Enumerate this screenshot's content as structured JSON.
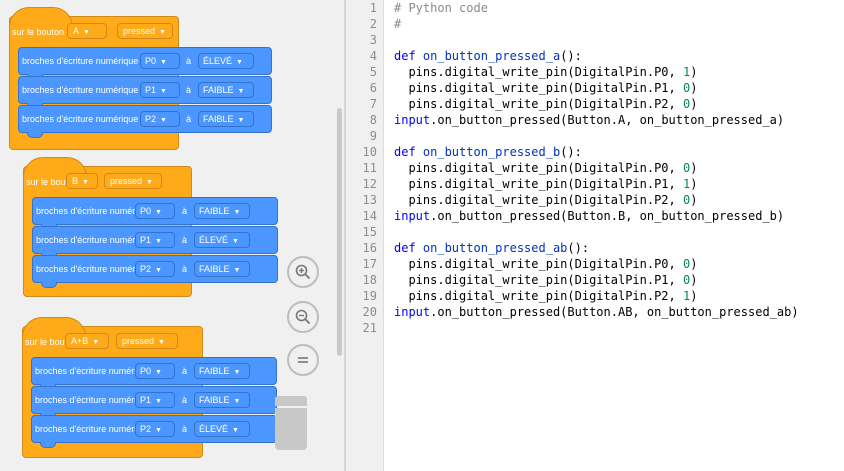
{
  "workspace": {
    "groups": [
      {
        "event_label": "sur le bouton",
        "button_value": "A",
        "state_value": "pressed",
        "blocks": [
          {
            "label": "broches d'écriture numérique",
            "pin": "P0",
            "a": "à",
            "value": "ÉLEVÉ"
          },
          {
            "label": "broches d'écriture numérique",
            "pin": "P1",
            "a": "à",
            "value": "FAIBLE"
          },
          {
            "label": "broches d'écriture numérique",
            "pin": "P2",
            "a": "à",
            "value": "FAIBLE"
          }
        ]
      },
      {
        "event_label": "sur le bouton",
        "button_value": "B",
        "state_value": "pressed",
        "blocks": [
          {
            "label": "broches d'écriture numérique",
            "pin": "P0",
            "a": "à",
            "value": "FAIBLE"
          },
          {
            "label": "broches d'écriture numérique",
            "pin": "P1",
            "a": "à",
            "value": "ÉLEVÉ"
          },
          {
            "label": "broches d'écriture numérique",
            "pin": "P2",
            "a": "à",
            "value": "FAIBLE"
          }
        ]
      },
      {
        "event_label": "sur le bouton",
        "button_value": "A+B",
        "state_value": "pressed",
        "blocks": [
          {
            "label": "broches d'écriture numérique",
            "pin": "P0",
            "a": "à",
            "value": "FAIBLE"
          },
          {
            "label": "broches d'écriture numérique",
            "pin": "P1",
            "a": "à",
            "value": "FAIBLE"
          },
          {
            "label": "broches d'écriture numérique",
            "pin": "P2",
            "a": "à",
            "value": "ÉLEVÉ"
          }
        ]
      }
    ],
    "zoom": {
      "in_icon": "zoom-in-icon",
      "out_icon": "zoom-out-icon",
      "reset_icon": "zoom-reset-icon"
    },
    "trash_icon": "trash-icon"
  },
  "editor": {
    "lines": [
      [
        {
          "t": "cm",
          "s": "# Python code"
        }
      ],
      [
        {
          "t": "cm",
          "s": "#"
        }
      ],
      [],
      [
        {
          "t": "kw",
          "s": "def "
        },
        {
          "t": "fn",
          "s": "on_button_pressed_a"
        },
        {
          "t": "p",
          "s": "():"
        }
      ],
      [
        {
          "t": "p",
          "s": "  pins.digital_write_pin(DigitalPin.P0, "
        },
        {
          "t": "num",
          "s": "1"
        },
        {
          "t": "p",
          "s": ")"
        }
      ],
      [
        {
          "t": "p",
          "s": "  pins.digital_write_pin(DigitalPin.P1, "
        },
        {
          "t": "num",
          "s": "0"
        },
        {
          "t": "p",
          "s": ")"
        }
      ],
      [
        {
          "t": "p",
          "s": "  pins.digital_write_pin(DigitalPin.P2, "
        },
        {
          "t": "num",
          "s": "0"
        },
        {
          "t": "p",
          "s": ")"
        }
      ],
      [
        {
          "t": "kw",
          "s": "input"
        },
        {
          "t": "p",
          "s": ".on_button_pressed(Button.A, on_button_pressed_a)"
        }
      ],
      [],
      [
        {
          "t": "kw",
          "s": "def "
        },
        {
          "t": "fn",
          "s": "on_button_pressed_b"
        },
        {
          "t": "p",
          "s": "():"
        }
      ],
      [
        {
          "t": "p",
          "s": "  pins.digital_write_pin(DigitalPin.P0, "
        },
        {
          "t": "num",
          "s": "0"
        },
        {
          "t": "p",
          "s": ")"
        }
      ],
      [
        {
          "t": "p",
          "s": "  pins.digital_write_pin(DigitalPin.P1, "
        },
        {
          "t": "num",
          "s": "1"
        },
        {
          "t": "p",
          "s": ")"
        }
      ],
      [
        {
          "t": "p",
          "s": "  pins.digital_write_pin(DigitalPin.P2, "
        },
        {
          "t": "num",
          "s": "0"
        },
        {
          "t": "p",
          "s": ")"
        }
      ],
      [
        {
          "t": "kw",
          "s": "input"
        },
        {
          "t": "p",
          "s": ".on_button_pressed(Button.B, on_button_pressed_b)"
        }
      ],
      [],
      [
        {
          "t": "kw",
          "s": "def "
        },
        {
          "t": "fn",
          "s": "on_button_pressed_ab"
        },
        {
          "t": "p",
          "s": "():"
        }
      ],
      [
        {
          "t": "p",
          "s": "  pins.digital_write_pin(DigitalPin.P0, "
        },
        {
          "t": "num",
          "s": "0"
        },
        {
          "t": "p",
          "s": ")"
        }
      ],
      [
        {
          "t": "p",
          "s": "  pins.digital_write_pin(DigitalPin.P1, "
        },
        {
          "t": "num",
          "s": "0"
        },
        {
          "t": "p",
          "s": ")"
        }
      ],
      [
        {
          "t": "p",
          "s": "  pins.digital_write_pin(DigitalPin.P2, "
        },
        {
          "t": "num",
          "s": "1"
        },
        {
          "t": "p",
          "s": ")"
        }
      ],
      [
        {
          "t": "kw",
          "s": "input"
        },
        {
          "t": "p",
          "s": ".on_button_pressed(Button.AB, on_button_pressed_ab)"
        }
      ],
      []
    ]
  },
  "colors": {
    "event": "#ffab19",
    "pins": "#4c97ff",
    "keyword": "#0000ff",
    "number": "#098658",
    "comment": "#8a8a8a"
  }
}
